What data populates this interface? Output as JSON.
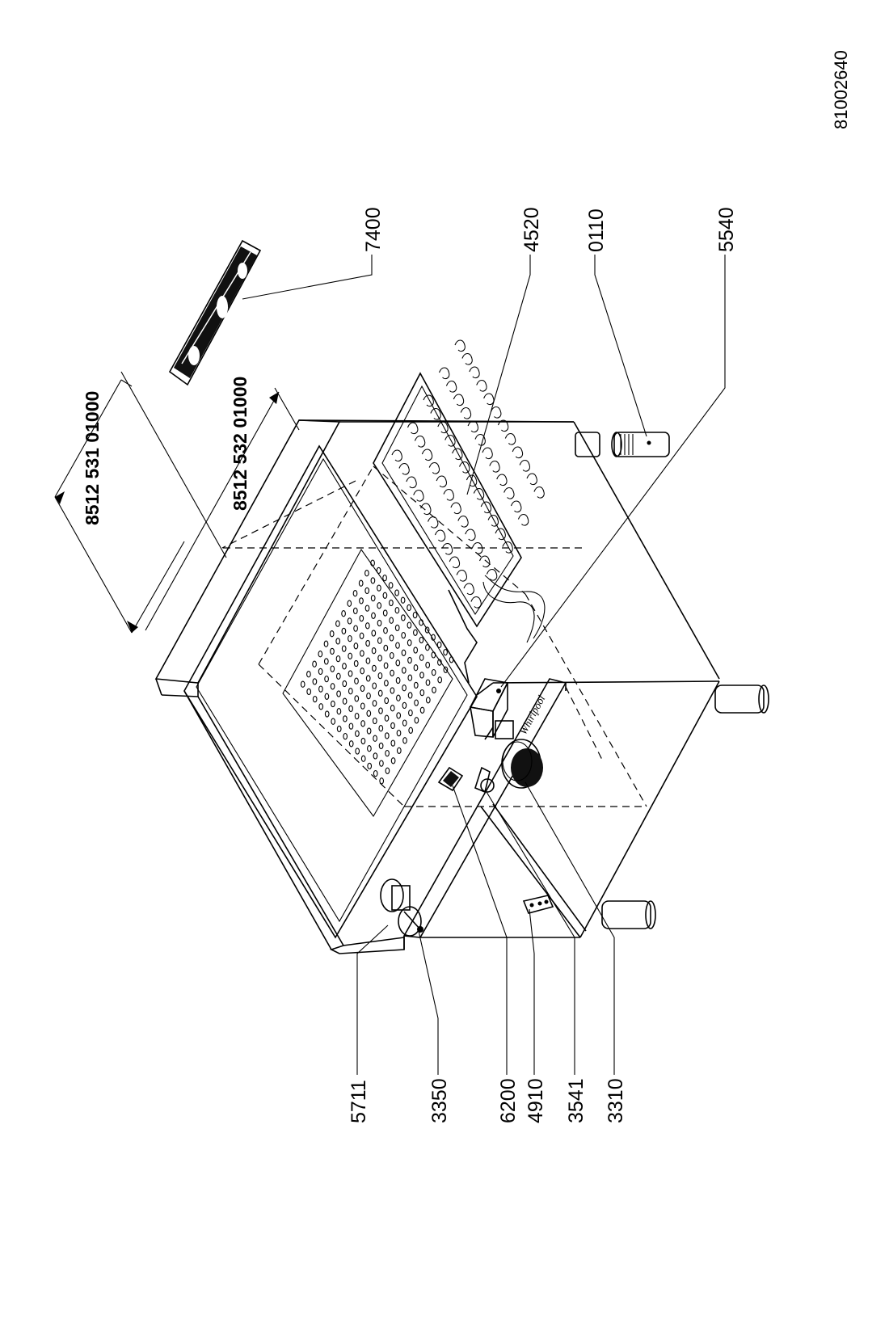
{
  "drawing_number": "81002640",
  "dimensions": {
    "outer_model": "8512 531 01000",
    "inner_model": "8512 532 01000"
  },
  "part_labels": {
    "p7400": "7400",
    "p4520": "4520",
    "p0110": "0110",
    "p5540": "5540",
    "p5711": "5711",
    "p3350": "3350",
    "p6200": "6200",
    "p4910": "4910",
    "p3541": "3541",
    "p3310": "3310"
  },
  "brand_mark": "Whirlpool"
}
